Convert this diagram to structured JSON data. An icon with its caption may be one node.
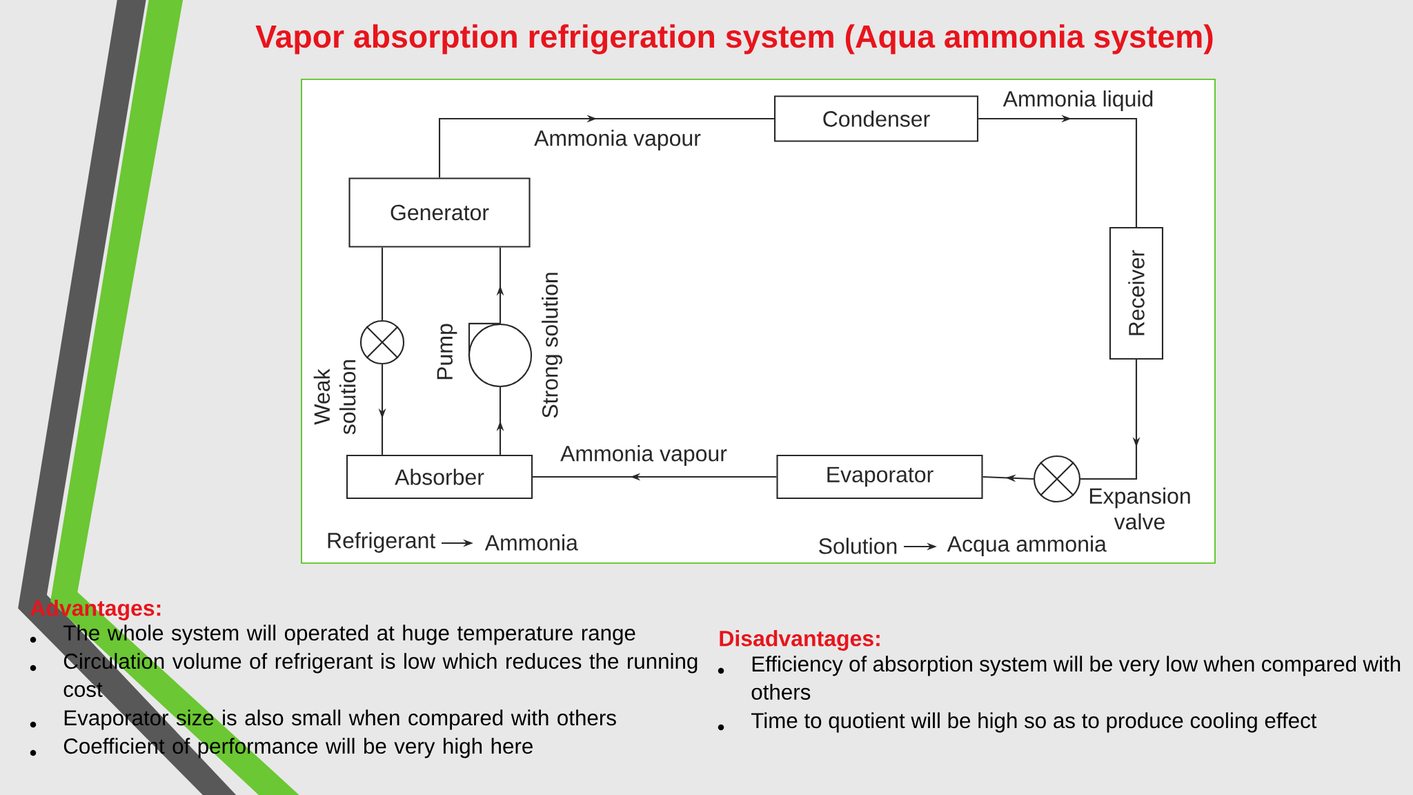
{
  "diagram": {
    "title": "Vapor absorption refrigeration system (Aqua ammonia system)",
    "nodes": [
      {
        "text": [
          "Condenser"
        ]
      },
      {
        "text": [
          "Generator"
        ]
      },
      {
        "text": [
          "Receiver"
        ]
      },
      {
        "text": [],
        "shape": "circle"
      },
      {
        "text": [],
        "shape": "pump",
        "beside": [
          "Pump"
        ]
      },
      {
        "text": [
          "Absorber"
        ]
      },
      {
        "text": [
          "Evaporator"
        ]
      },
      {
        "text": [],
        "shape": "circle",
        "beside": [
          "Expansion valve"
        ]
      }
    ],
    "edges": [
      {
        "from": 1,
        "to": 0,
        "arrow": "to",
        "label": "Ammonia vapour"
      },
      {
        "from": 0,
        "to": 2,
        "arrow": "to",
        "label": "Ammonia liquid"
      },
      {
        "from": 2,
        "to": 7,
        "arrow": "to"
      },
      {
        "from": 7,
        "to": 6,
        "arrow": "to"
      },
      {
        "from": 6,
        "to": 5,
        "arrow": "to",
        "label": "Ammonia vapour"
      },
      {
        "from": 5,
        "to": 4,
        "arrow": "to"
      },
      {
        "from": 4,
        "to": 1,
        "arrow": "to"
      },
      {
        "from": 1,
        "to": 3,
        "arrow": "none"
      },
      {
        "from": 3,
        "to": 5,
        "arrow": "to"
      }
    ],
    "labels": [
      "Weak solution",
      "Strong solution",
      "Refrigerant",
      "Ammonia",
      "Solution",
      "Acqua ammonia",
      "Advantages:",
      "The whole system will operated at huge temperature range",
      "Circulation volume of refrigerant is low which reduces the running cost",
      "Evaporator size is also small when compared with others",
      "Coefficient of performance will be very high here",
      "Disadvantages:",
      "Efficiency of absorption system will be very low when compared with others",
      "Time to quotient will be high so as to produce cooling effect"
    ]
  }
}
